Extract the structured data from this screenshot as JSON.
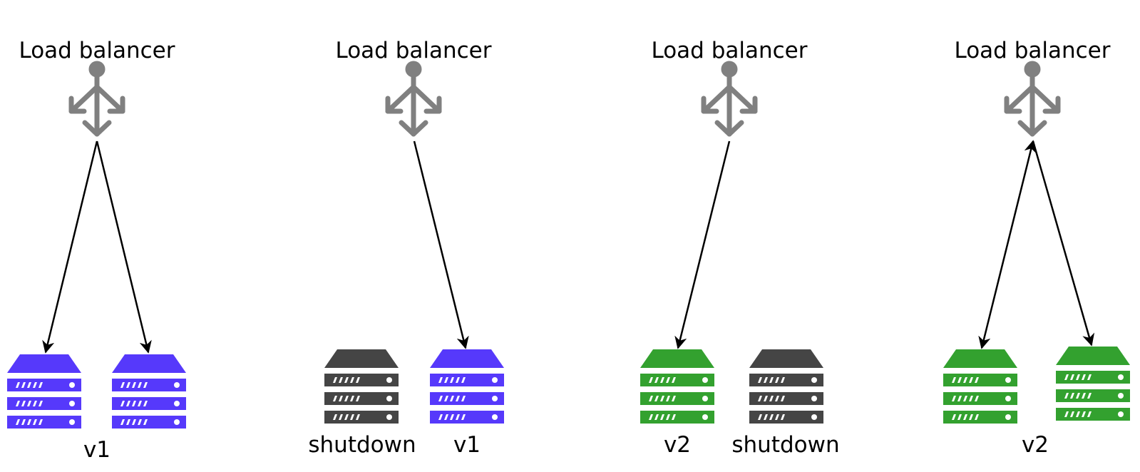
{
  "colors": {
    "v1": "#5639fb",
    "v2": "#33a12f",
    "shutdown": "#454545",
    "load_balancer": "#808080",
    "arrow": "#000000",
    "background": "#ffffff"
  },
  "panels": [
    {
      "load_balancer": {
        "label": "Load balancer",
        "icon": "load-balancer-icon"
      },
      "servers": [
        {
          "status": "v1",
          "icon": "server-icon"
        },
        {
          "status": "v1",
          "icon": "server-icon"
        }
      ],
      "labels": [
        "v1"
      ]
    },
    {
      "load_balancer": {
        "label": "Load balancer",
        "icon": "load-balancer-icon"
      },
      "servers": [
        {
          "status": "shutdown",
          "icon": "server-icon"
        },
        {
          "status": "v1",
          "icon": "server-icon"
        }
      ],
      "labels": [
        "shutdown",
        "v1"
      ]
    },
    {
      "load_balancer": {
        "label": "Load balancer",
        "icon": "load-balancer-icon"
      },
      "servers": [
        {
          "status": "v2",
          "icon": "server-icon"
        },
        {
          "status": "shutdown",
          "icon": "server-icon"
        }
      ],
      "labels": [
        "v2",
        "shutdown"
      ]
    },
    {
      "load_balancer": {
        "label": "Load balancer",
        "icon": "load-balancer-icon"
      },
      "servers": [
        {
          "status": "v2",
          "icon": "server-icon"
        },
        {
          "status": "v2",
          "icon": "server-icon"
        }
      ],
      "labels": [
        "v2"
      ]
    }
  ]
}
